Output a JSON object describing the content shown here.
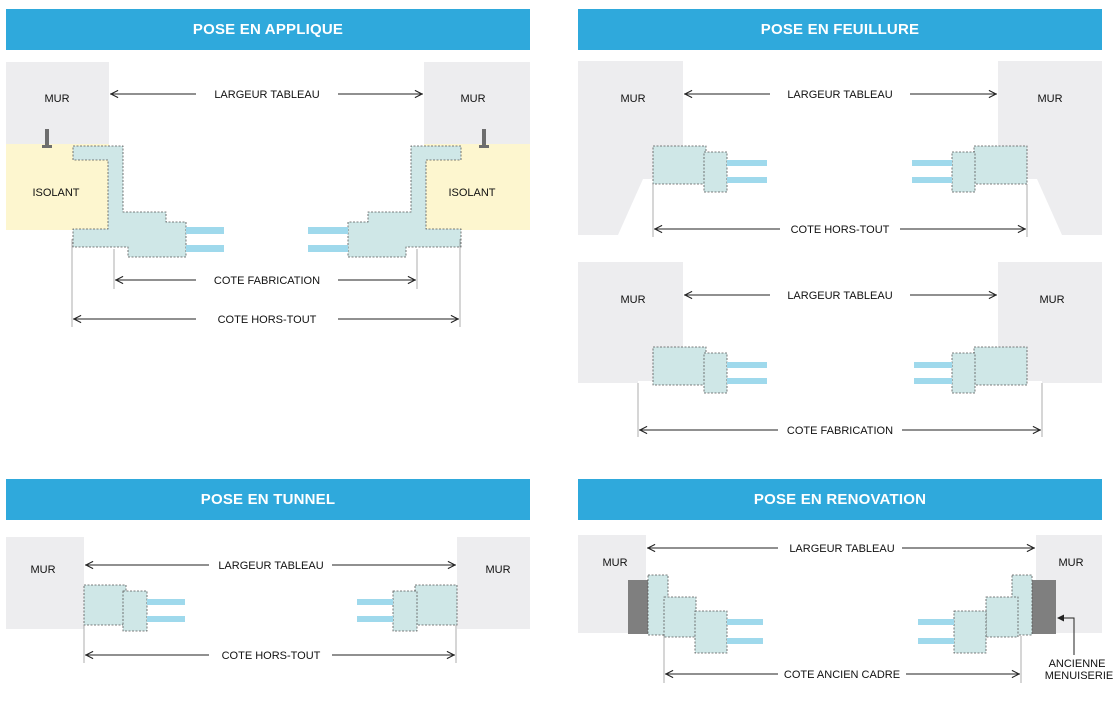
{
  "colors": {
    "banner": "#2fa9dc",
    "wall": "#ededef",
    "insulation": "#fdf6cf",
    "profile": "#cfe7e7",
    "glass": "#9fd9ec",
    "old_frame": "#7f7f7f",
    "line": "#222222",
    "text": "#111111"
  },
  "panels": {
    "applique": {
      "title": "POSE EN APPLIQUE",
      "wall_left": "MUR",
      "wall_right": "MUR",
      "insulation_left": "ISOLANT",
      "insulation_right": "ISOLANT",
      "dim_1": "LARGEUR TABLEAU",
      "dim_2": "COTE FABRICATION",
      "dim_3": "COTE HORS-TOUT"
    },
    "feuillure": {
      "title": "POSE EN FEUILLURE",
      "top": {
        "wall_left": "MUR",
        "wall_right": "MUR",
        "dim_1": "LARGEUR TABLEAU",
        "dim_2": "COTE HORS-TOUT"
      },
      "bottom": {
        "wall_left": "MUR",
        "wall_right": "MUR",
        "dim_1": "LARGEUR TABLEAU",
        "dim_2": "COTE FABRICATION"
      }
    },
    "tunnel": {
      "title": "POSE EN TUNNEL",
      "wall_left": "MUR",
      "wall_right": "MUR",
      "dim_1": "LARGEUR TABLEAU",
      "dim_2": "COTE HORS-TOUT"
    },
    "renovation": {
      "title": "POSE EN RENOVATION",
      "wall_left": "MUR",
      "wall_right": "MUR",
      "dim_1": "LARGEUR TABLEAU",
      "dim_2": "COTE ANCIEN CADRE",
      "callout_line1": "ANCIENNE",
      "callout_line2": "MENUISERIE"
    }
  }
}
